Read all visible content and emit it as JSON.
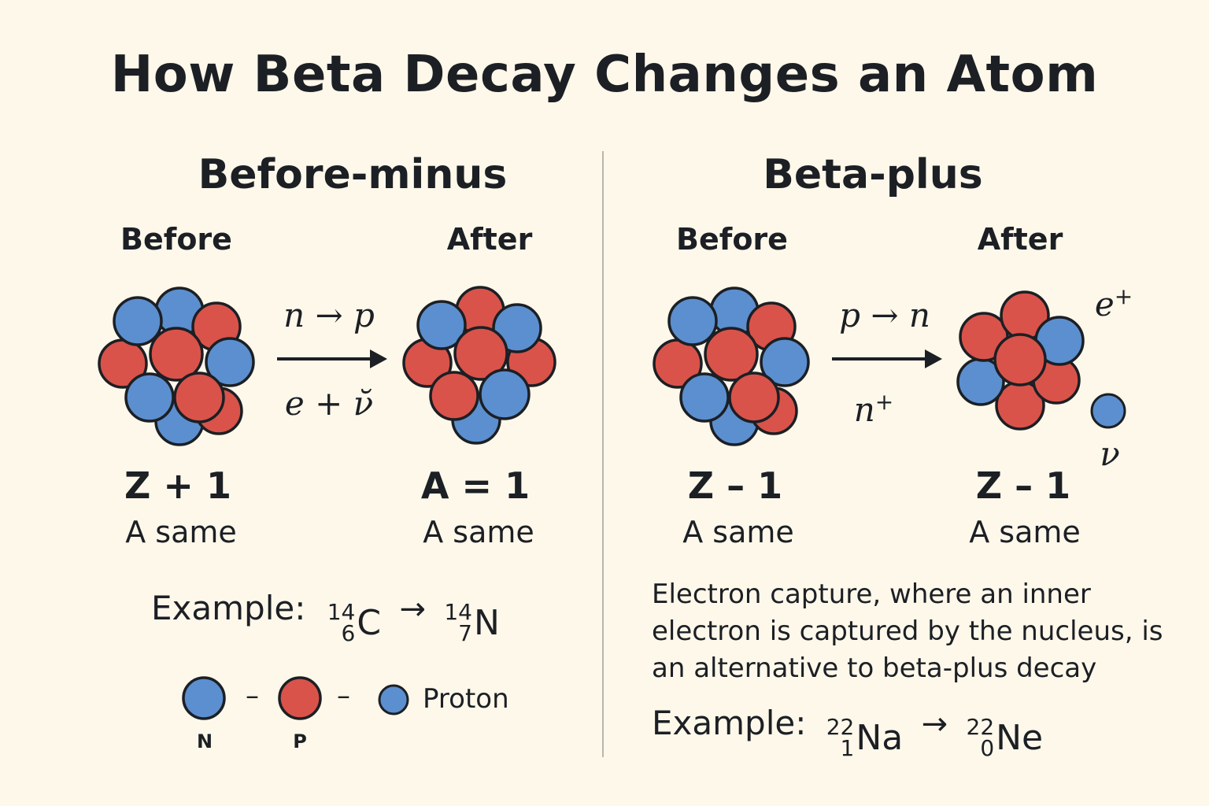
{
  "title": "How Beta Decay Changes an Atom",
  "colors": {
    "background": "#fdf8ea",
    "proton_red": "#d9534a",
    "neutron_blue": "#5b8fcf",
    "outline": "#1c1f24",
    "divider": "#b9b6ad"
  },
  "left": {
    "heading": "Before-minus",
    "before_label": "Before",
    "after_label": "After",
    "arrow_top": "n → p",
    "arrow_bottom": "e + ν̆",
    "before_z": "Z + 1",
    "before_a": "A same",
    "after_z": "A = 1",
    "after_a": "A same",
    "example_label": "Example:",
    "example_from": {
      "mass": "14",
      "atomic": "6",
      "element": "C"
    },
    "example_arrow": "→",
    "example_to": {
      "mass": "14",
      "atomic": "7",
      "element": "N"
    }
  },
  "right": {
    "heading": "Beta-plus",
    "before_label": "Before",
    "after_label": "After",
    "arrow_top": "p → n",
    "arrow_bottom_base": "n",
    "arrow_bottom_sup": "+",
    "emitted_positron_base": "e",
    "emitted_positron_sup": "+",
    "emitted_neutrino": "ν",
    "before_z": "Z – 1",
    "before_a": "A same",
    "after_z": "Z – 1",
    "after_a": "A same",
    "note": "Electron capture, where an inner electron is captured by the nucleus, is an alternative to beta-plus decay",
    "example_label": "Example:",
    "example_from": {
      "mass": "22",
      "atomic": "1",
      "element": "Na"
    },
    "example_arrow": "→",
    "example_to": {
      "mass": "22",
      "atomic": "0",
      "element": "Ne"
    }
  },
  "legend": {
    "separator": "–",
    "n_label": "N",
    "p_label": "P",
    "proton_text": "Proton"
  }
}
